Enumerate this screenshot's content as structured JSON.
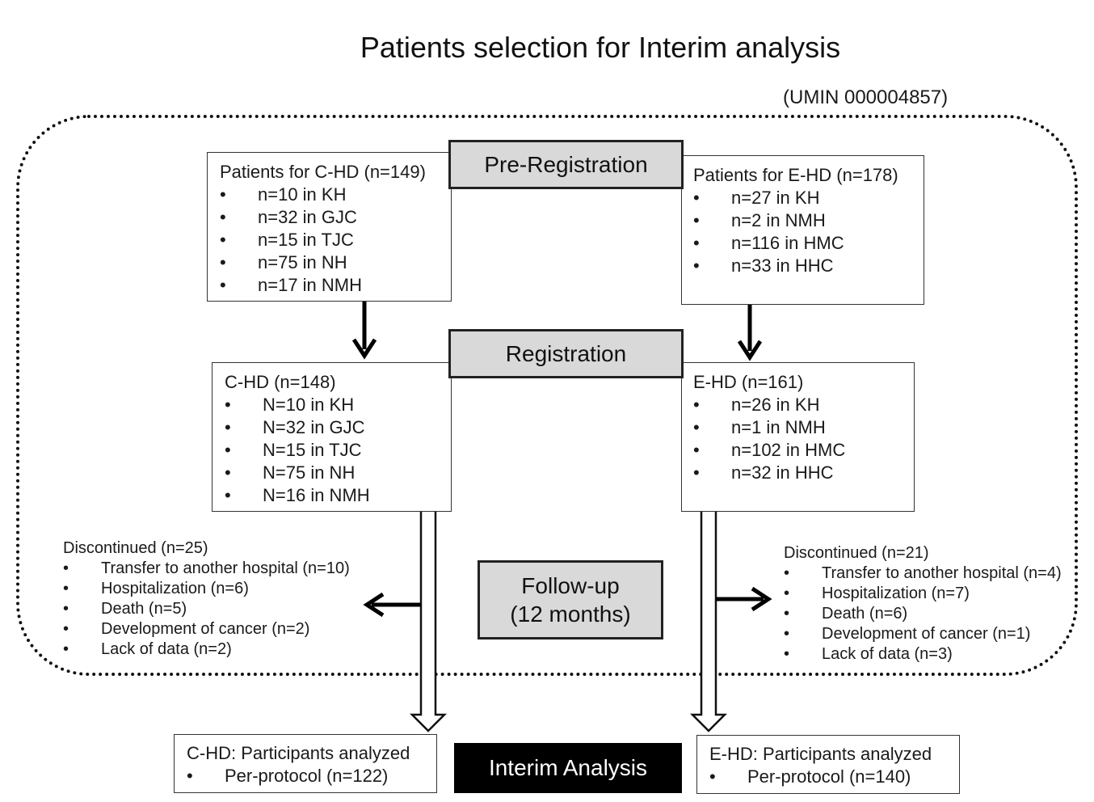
{
  "title": "Patients selection for Interim analysis",
  "trial_id": "(UMIN 000004857)",
  "stages": {
    "pre_registration": "Pre-Registration",
    "registration": "Registration",
    "follow_up_line1": "Follow-up",
    "follow_up_line2": "(12 months)",
    "interim_analysis": "Interim Analysis"
  },
  "pre_registration": {
    "chd": {
      "header": "Patients for C-HD (n=149)",
      "items": [
        "n=10 in KH",
        "n=32 in GJC",
        "n=15 in TJC",
        "n=75 in NH",
        "n=17 in NMH"
      ]
    },
    "ehd": {
      "header": "Patients for E-HD (n=178)",
      "items": [
        "n=27 in KH",
        "n=2 in NMH",
        "n=116 in HMC",
        "n=33 in HHC"
      ]
    }
  },
  "registration": {
    "chd": {
      "header": "C-HD (n=148)",
      "items": [
        "N=10 in KH",
        "N=32 in GJC",
        "N=15 in TJC",
        "N=75 in NH",
        "N=16 in NMH"
      ]
    },
    "ehd": {
      "header": "E-HD (n=161)",
      "items": [
        "n=26 in KH",
        "n=1 in NMH",
        "n=102 in HMC",
        "n=32 in HHC"
      ]
    }
  },
  "discontinued": {
    "chd": {
      "header": "Discontinued (n=25)",
      "items": [
        "Transfer to another hospital (n=10)",
        "Hospitalization (n=6)",
        "Death (n=5)",
        "Development of cancer (n=2)",
        "Lack of data (n=2)"
      ]
    },
    "ehd": {
      "header": "Discontinued (n=21)",
      "items": [
        "Transfer to another hospital (n=4)",
        "Hospitalization (n=7)",
        "Death (n=6)",
        "Development of cancer (n=1)",
        "Lack of data (n=3)"
      ]
    }
  },
  "analyzed": {
    "chd": {
      "header": "C-HD: Participants analyzed",
      "item": "Per-protocol (n=122)"
    },
    "ehd": {
      "header": "E-HD: Participants analyzed",
      "item": "Per-protocol (n=140)"
    }
  }
}
